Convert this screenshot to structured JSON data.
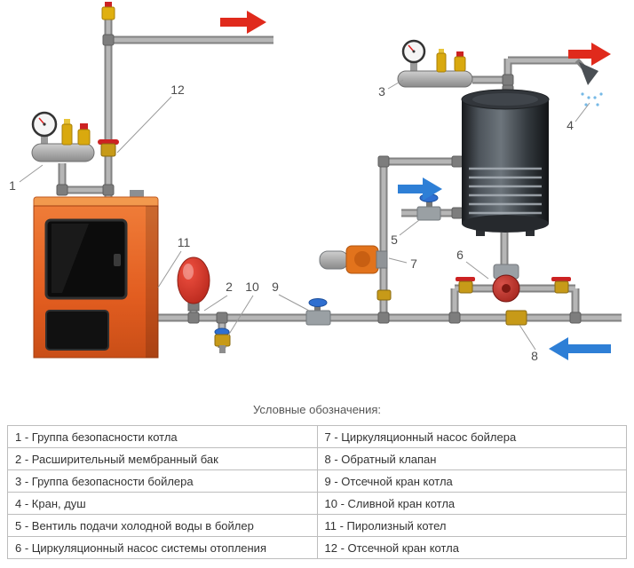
{
  "diagram": {
    "numbers": [
      "1",
      "2",
      "3",
      "4",
      "5",
      "6",
      "7",
      "8",
      "9",
      "10",
      "11",
      "12"
    ]
  },
  "colors": {
    "supply_red": "#e02a1c",
    "return_blue": "#2e7fd6",
    "boiler_orange": "#e2621f",
    "pump_red": "#b8342b",
    "brass_yellow": "#d4a014"
  },
  "legend": {
    "title": "Условные обозначения:",
    "rows": [
      [
        "1 - Группа безопасности котла",
        "7 - Циркуляционный насос бойлера"
      ],
      [
        "2 - Расширительный мембранный бак",
        "8 - Обратный клапан"
      ],
      [
        "3 - Группа безопасности бойлера",
        "9 - Отсечной кран котла"
      ],
      [
        "4 - Кран, душ",
        "10 - Сливной кран котла"
      ],
      [
        "5 - Вентиль подачи холодной воды в бойлер",
        "11 - Пиролизный котел"
      ],
      [
        "6 - Циркуляционный насос системы отопления",
        "12 - Отсечной кран котла"
      ]
    ]
  }
}
